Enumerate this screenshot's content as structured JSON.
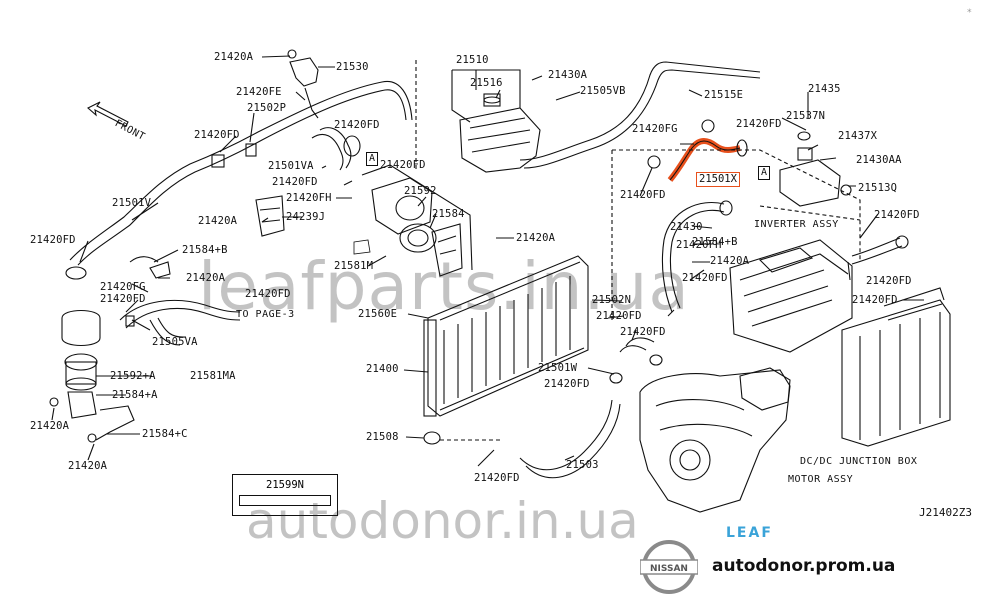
{
  "diagram": {
    "code": "J21402Z3",
    "corner_mark": "*",
    "front_label": "FRONT",
    "to_page": "TO PAGE-3",
    "parts_box_label": "21599N",
    "highlight_part": "21501X",
    "callouts": {
      "inverter": "INVERTER ASSY",
      "dcdc": "DC/DC JUNCTION BOX",
      "motor": "MOTOR ASSY"
    },
    "tag_a": "A",
    "labels": [
      {
        "id": "l01",
        "text": "21420A"
      },
      {
        "id": "l02",
        "text": "21530"
      },
      {
        "id": "l03",
        "text": "21420FE"
      },
      {
        "id": "l04",
        "text": "21502P"
      },
      {
        "id": "l05",
        "text": "21420FD"
      },
      {
        "id": "l06",
        "text": "21420FD"
      },
      {
        "id": "l07",
        "text": "21501VA"
      },
      {
        "id": "l08",
        "text": "21420FD"
      },
      {
        "id": "l09",
        "text": "21420FD"
      },
      {
        "id": "l10",
        "text": "21420FH"
      },
      {
        "id": "l11",
        "text": "21420A"
      },
      {
        "id": "l12",
        "text": "24239J"
      },
      {
        "id": "l13",
        "text": "21501V"
      },
      {
        "id": "l14",
        "text": "21420FD"
      },
      {
        "id": "l15",
        "text": "21584+B"
      },
      {
        "id": "l16",
        "text": "21420A"
      },
      {
        "id": "l17",
        "text": "21420FG"
      },
      {
        "id": "l18",
        "text": "21420FD"
      },
      {
        "id": "l19",
        "text": "21420FD"
      },
      {
        "id": "l20",
        "text": "21505VA"
      },
      {
        "id": "l21",
        "text": "21592+A"
      },
      {
        "id": "l22",
        "text": "21581MA"
      },
      {
        "id": "l23",
        "text": "21584+A"
      },
      {
        "id": "l24",
        "text": "21420A"
      },
      {
        "id": "l25",
        "text": "21584+C"
      },
      {
        "id": "l26",
        "text": "21420A"
      },
      {
        "id": "l27",
        "text": "21510"
      },
      {
        "id": "l28",
        "text": "21516"
      },
      {
        "id": "l29",
        "text": "21430A"
      },
      {
        "id": "l30",
        "text": "21505VB"
      },
      {
        "id": "l31",
        "text": "21515E"
      },
      {
        "id": "l32",
        "text": "21592"
      },
      {
        "id": "l33",
        "text": "21584"
      },
      {
        "id": "l34",
        "text": "21420A"
      },
      {
        "id": "l35",
        "text": "21581M"
      },
      {
        "id": "l36",
        "text": "21560E"
      },
      {
        "id": "l37",
        "text": "21400"
      },
      {
        "id": "l38",
        "text": "21508"
      },
      {
        "id": "l39",
        "text": "21420FD"
      },
      {
        "id": "l40",
        "text": "21503"
      },
      {
        "id": "l41",
        "text": "21502N"
      },
      {
        "id": "l42",
        "text": "21420FD"
      },
      {
        "id": "l43",
        "text": "21420FD"
      },
      {
        "id": "l44",
        "text": "21501W"
      },
      {
        "id": "l45",
        "text": "21420FD"
      },
      {
        "id": "l46",
        "text": "21420FG"
      },
      {
        "id": "l47",
        "text": "21420FD"
      },
      {
        "id": "l48",
        "text": "21420FD"
      },
      {
        "id": "l49",
        "text": "21430"
      },
      {
        "id": "l50",
        "text": "21435"
      },
      {
        "id": "l51",
        "text": "21537N"
      },
      {
        "id": "l52",
        "text": "21437X"
      },
      {
        "id": "l53",
        "text": "21430AA"
      },
      {
        "id": "l54",
        "text": "21513Q"
      },
      {
        "id": "l55",
        "text": "21420FD"
      },
      {
        "id": "l56",
        "text": "21420FH"
      },
      {
        "id": "l57",
        "text": "21584+B"
      },
      {
        "id": "l58",
        "text": "21420A"
      },
      {
        "id": "l59",
        "text": "21420FD"
      },
      {
        "id": "l60",
        "text": "21420FD"
      },
      {
        "id": "l61",
        "text": "21420FD"
      }
    ]
  },
  "watermark": {
    "main": "leafparts.in.ua",
    "secondary": "autodonor.in.ua"
  },
  "branding": {
    "model": "LEAF",
    "site": "autodonor.prom.ua",
    "logo_text": "NISSAN"
  },
  "colors": {
    "highlight": "#e8501c",
    "brand_blue": "#3aa3d8"
  }
}
